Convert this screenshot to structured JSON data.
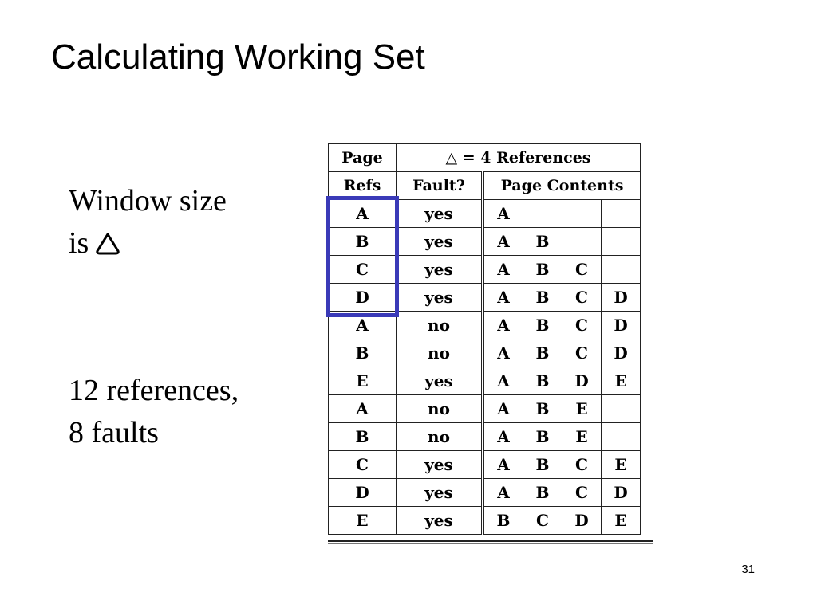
{
  "slide": {
    "title": "Calculating Working Set",
    "number": "31"
  },
  "side_text": {
    "line1": "Window size",
    "line2_prefix": "is",
    "line3": "12 references,",
    "line4": "8 faults",
    "delta_icon": "delta-triangle-icon"
  },
  "table": {
    "header_page": "Page",
    "header_refs": "Refs",
    "header_delta": "△ = 4 References",
    "header_fault": "Fault?",
    "header_contents": "Page Contents",
    "window_box_color": "#3a3ab8",
    "rows": [
      {
        "ref": "A",
        "fault": "yes",
        "c": [
          "A",
          "",
          "",
          ""
        ]
      },
      {
        "ref": "B",
        "fault": "yes",
        "c": [
          "A",
          "B",
          "",
          ""
        ]
      },
      {
        "ref": "C",
        "fault": "yes",
        "c": [
          "A",
          "B",
          "C",
          ""
        ]
      },
      {
        "ref": "D",
        "fault": "yes",
        "c": [
          "A",
          "B",
          "C",
          "D"
        ]
      },
      {
        "ref": "A",
        "fault": "no",
        "c": [
          "A",
          "B",
          "C",
          "D"
        ]
      },
      {
        "ref": "B",
        "fault": "no",
        "c": [
          "A",
          "B",
          "C",
          "D"
        ]
      },
      {
        "ref": "E",
        "fault": "yes",
        "c": [
          "A",
          "B",
          "D",
          "E"
        ]
      },
      {
        "ref": "A",
        "fault": "no",
        "c": [
          "A",
          "B",
          "E",
          ""
        ]
      },
      {
        "ref": "B",
        "fault": "no",
        "c": [
          "A",
          "B",
          "E",
          ""
        ]
      },
      {
        "ref": "C",
        "fault": "yes",
        "c": [
          "A",
          "B",
          "C",
          "E"
        ]
      },
      {
        "ref": "D",
        "fault": "yes",
        "c": [
          "A",
          "B",
          "C",
          "D"
        ]
      },
      {
        "ref": "E",
        "fault": "yes",
        "c": [
          "B",
          "C",
          "D",
          "E"
        ]
      }
    ]
  }
}
